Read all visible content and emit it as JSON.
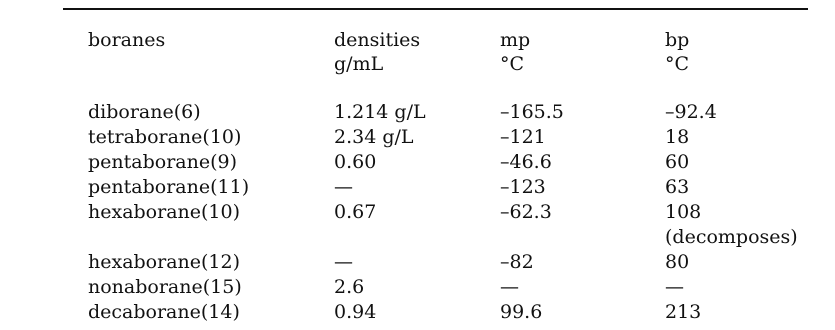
{
  "headers": {
    "col0": "boranes",
    "col1_line1": "densities",
    "col1_line2": "g/mL",
    "col2_line1": "mp",
    "col2_line2": "°C",
    "col3_line1": "bp",
    "col3_line2": "°C"
  },
  "rows": [
    {
      "name": "diborane(6)",
      "density": "1.214 g/L",
      "mp": "–165.5",
      "bp": "–92.4",
      "bp_note": ""
    },
    {
      "name": "tetraborane(10)",
      "density": "2.34 g/L",
      "mp": "–121",
      "bp": "18",
      "bp_note": ""
    },
    {
      "name": "pentaborane(9)",
      "density": "0.60",
      "mp": "–46.6",
      "bp": "60",
      "bp_note": ""
    },
    {
      "name": "pentaborane(11)",
      "density": "—",
      "mp": "–123",
      "bp": "63",
      "bp_note": ""
    },
    {
      "name": "hexaborane(10)",
      "density": "0.67",
      "mp": "–62.3",
      "bp": "108",
      "bp_note": "(decomposes)"
    },
    {
      "name": "hexaborane(12)",
      "density": "—",
      "mp": "–82",
      "bp": "80",
      "bp_note": ""
    },
    {
      "name": "nonaborane(15)",
      "density": "2.6",
      "mp": "—",
      "bp": "—",
      "bp_note": ""
    },
    {
      "name": "decaborane(14)",
      "density": "0.94",
      "mp": "99.6",
      "bp": "213",
      "bp_note": ""
    }
  ]
}
